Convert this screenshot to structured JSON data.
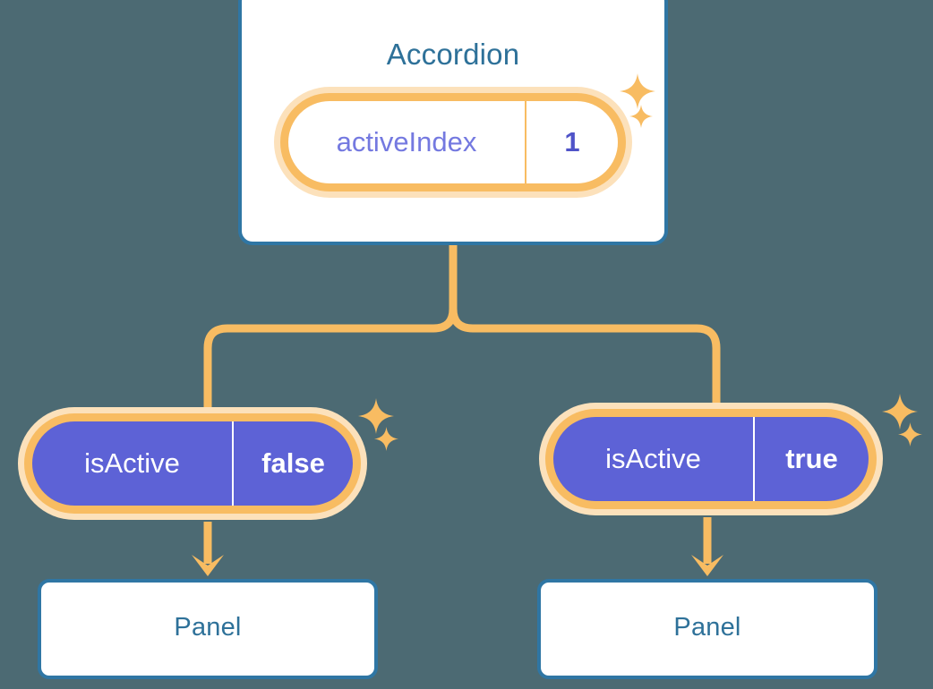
{
  "background_color": "#4c6a73",
  "theme": {
    "box_border": "#2f76a4",
    "box_fill": "#ffffff",
    "title_color": "#2e7199",
    "pill_ring": "#f8bc62",
    "pill_glow": "#fce1bb",
    "pill_fill_indigo": "#5d62d6",
    "state_key_color": "#7479e0",
    "state_value_color": "#4f53c8",
    "connector_color": "#f8bc62",
    "sparkle_color": "#f8bc62"
  },
  "diagram": {
    "type": "component-tree",
    "root": {
      "name": "accordion-component",
      "title": "Accordion",
      "state": {
        "key": "activeIndex",
        "value": "1"
      }
    },
    "children": [
      {
        "name": "panel-left",
        "title": "Panel",
        "state": {
          "key": "isActive",
          "value": "false"
        }
      },
      {
        "name": "panel-right",
        "title": "Panel",
        "state": {
          "key": "isActive",
          "value": "true"
        }
      }
    ]
  },
  "icons": {
    "sparkle_large": "sparkle-large-icon",
    "sparkle_small": "sparkle-small-icon",
    "arrow_down": "arrow-down-icon"
  }
}
